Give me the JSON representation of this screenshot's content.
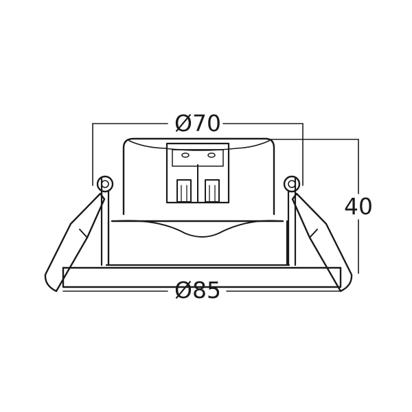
{
  "dimensions": {
    "diameter_top": "Ø70",
    "diameter_bottom": "Ø85",
    "height": "40"
  },
  "colors": {
    "line": "#1a1a1a",
    "background": "#ffffff"
  }
}
